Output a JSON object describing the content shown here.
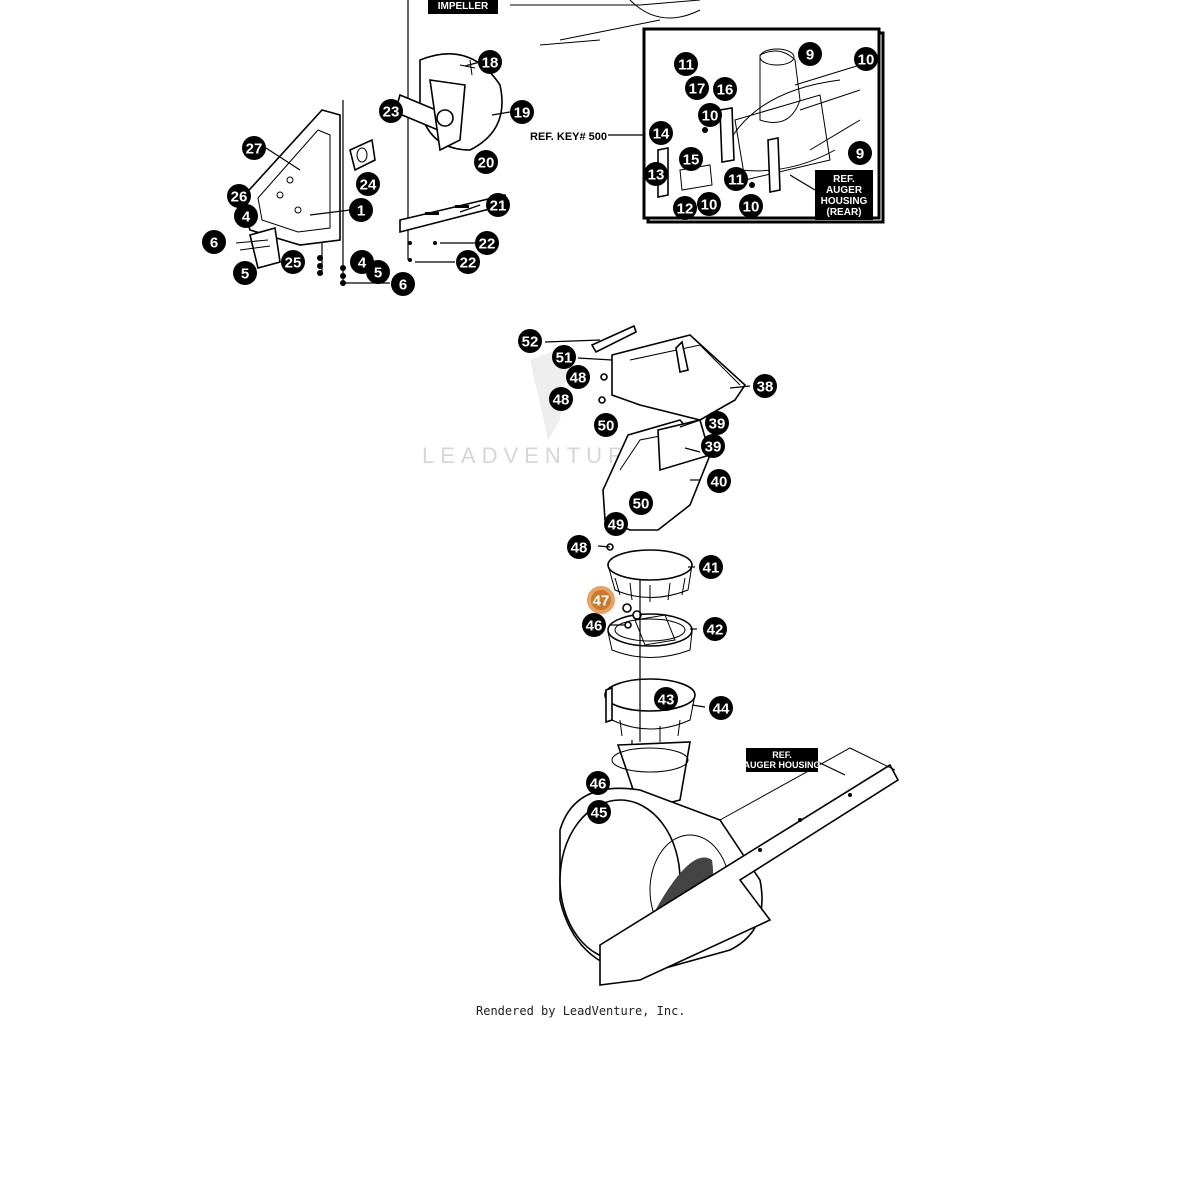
{
  "watermark": "LEADVENTURE",
  "credit": "Rendered by LeadVenture, Inc.",
  "refs": {
    "impeller": "IMPELLER",
    "ref_key": "REF. KEY# 500",
    "auger_rear": [
      "REF.",
      "AUGER",
      "HOUSING",
      "(REAR)"
    ],
    "auger_housing": [
      "REF.",
      "AUGER HOUSING"
    ]
  },
  "selected_callout": "47",
  "colors": {
    "callout": "#000000",
    "selected": "#c97a2c"
  },
  "callouts": [
    {
      "id": "c18",
      "label": "18"
    },
    {
      "id": "c19",
      "label": "19"
    },
    {
      "id": "c23",
      "label": "23"
    },
    {
      "id": "c27",
      "label": "27"
    },
    {
      "id": "c24",
      "label": "24"
    },
    {
      "id": "c20",
      "label": "20"
    },
    {
      "id": "c26",
      "label": "26"
    },
    {
      "id": "c1",
      "label": "1"
    },
    {
      "id": "c21",
      "label": "21"
    },
    {
      "id": "c4a",
      "label": "4"
    },
    {
      "id": "c6a",
      "label": "6"
    },
    {
      "id": "c25",
      "label": "25"
    },
    {
      "id": "c5a",
      "label": "5"
    },
    {
      "id": "c22a",
      "label": "22"
    },
    {
      "id": "c22b",
      "label": "22"
    },
    {
      "id": "c4b",
      "label": "4"
    },
    {
      "id": "c5b",
      "label": "5"
    },
    {
      "id": "c6b",
      "label": "6"
    },
    {
      "id": "c11a",
      "label": "11"
    },
    {
      "id": "c9a",
      "label": "9"
    },
    {
      "id": "c10a",
      "label": "10"
    },
    {
      "id": "c17",
      "label": "17"
    },
    {
      "id": "c16",
      "label": "16"
    },
    {
      "id": "c10b",
      "label": "10"
    },
    {
      "id": "c14",
      "label": "14"
    },
    {
      "id": "c15",
      "label": "15"
    },
    {
      "id": "c13",
      "label": "13"
    },
    {
      "id": "c11b",
      "label": "11"
    },
    {
      "id": "c9b",
      "label": "9"
    },
    {
      "id": "c12",
      "label": "12"
    },
    {
      "id": "c10c",
      "label": "10"
    },
    {
      "id": "c10d",
      "label": "10"
    },
    {
      "id": "c52",
      "label": "52"
    },
    {
      "id": "c51",
      "label": "51"
    },
    {
      "id": "c48a",
      "label": "48"
    },
    {
      "id": "c38",
      "label": "38"
    },
    {
      "id": "c48b",
      "label": "48"
    },
    {
      "id": "c50a",
      "label": "50"
    },
    {
      "id": "c39a",
      "label": "39"
    },
    {
      "id": "c39b",
      "label": "39"
    },
    {
      "id": "c40",
      "label": "40"
    },
    {
      "id": "c50b",
      "label": "50"
    },
    {
      "id": "c49",
      "label": "49"
    },
    {
      "id": "c48c",
      "label": "48"
    },
    {
      "id": "c41",
      "label": "41"
    },
    {
      "id": "c47",
      "label": "47"
    },
    {
      "id": "c46a",
      "label": "46"
    },
    {
      "id": "c42",
      "label": "42"
    },
    {
      "id": "c43",
      "label": "43"
    },
    {
      "id": "c44",
      "label": "44"
    },
    {
      "id": "c46b",
      "label": "46"
    },
    {
      "id": "c45",
      "label": "45"
    }
  ]
}
